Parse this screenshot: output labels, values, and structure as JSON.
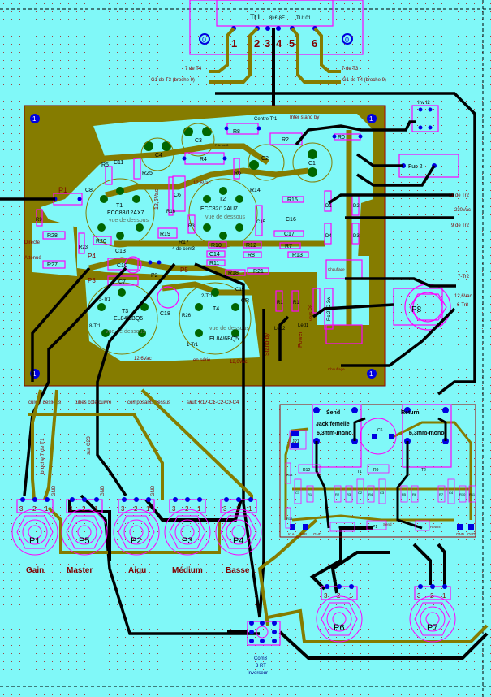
{
  "transformer": {
    "name": "Tr1",
    "ref": "8k£-8E",
    "model": "TU101",
    "pins": [
      "1",
      "2",
      "3",
      "4",
      "5",
      "6"
    ],
    "mount": "0"
  },
  "top_labels": {
    "t4_7": "7 de T4",
    "g1_t3": "G1 de T3 (broche 9)",
    "t3_7": "7 de T3",
    "g1_t4": "G1 de T4 (broche 9)"
  },
  "board": {
    "mount": "1",
    "centre": "Centre Tr1",
    "inter": "Inter stand by",
    "inv": "Inv I2",
    "fuse": "Fus 2",
    "tr2_11": "11 de Tr2",
    "v230": "230Vac",
    "tr2_9": "9 de Tr2",
    "tr2_7": "7-Tr2",
    "v126": "12,6Vac",
    "tr2_6": "6-Tr2",
    "chauffage": "Chauffage",
    "rc": "Rc 27Ω 3w",
    "vers_p8": "vers P8",
    "p8": "P8",
    "led1": "Led1",
    "led2": "Led2",
    "standby": "Stand-by",
    "power": "Power",
    "t1": "T1",
    "t1_type": "ECC83/12AX7",
    "t2": "T2",
    "t2_type": "ECC82/12AU7",
    "vue": "vue de dessous",
    "t3": "T3",
    "t3_type": "EL84/6BQ5",
    "t4": "T4",
    "t4_type": "EL84/6BQ5",
    "vac": "12,6Vac",
    "en_serie": "en série",
    "tr1_8": "8-Tr1",
    "tr1_3": "3-Tr1",
    "tr1_2": "2-Tr1",
    "tr1_1": "1-Tr1",
    "directe": "Directe",
    "attenue": "Attenué",
    "com3_4": "4 de com3",
    "com3_7": "7 de com3",
    "parts": [
      "R8",
      "R4",
      "R5",
      "C11",
      "R25",
      "R6",
      "C4",
      "C3",
      "C2",
      "C1",
      "R2",
      "R0",
      "R14",
      "R15",
      "C16",
      "C17",
      "R7",
      "R13",
      "R21",
      "C15",
      "P1",
      "C8",
      "R9",
      "R28",
      "R27",
      "R23",
      "R20",
      "C13",
      "C6",
      "R16",
      "R19",
      "R17",
      "R3",
      "R10",
      "C14",
      "R11",
      "R12",
      "R8",
      "R18",
      "C10",
      "C7",
      "P4",
      "P3",
      "P2",
      "P5",
      "C18",
      "R26",
      "C19",
      "CR",
      "D1",
      "D2",
      "D3",
      "D4",
      "R1",
      "R1"
    ]
  },
  "notes": {
    "cuivre": "cuivre dessous",
    "tubes": "tubes côté cuivre",
    "composants": "composants dessus",
    "sauf": "sauf: R17-C1-C2-C3-C4",
    "broche": "broche 7 de T1",
    "c20": "sur C20",
    "gnd": "GND"
  },
  "pots": [
    {
      "name": "P1",
      "label": "Gain"
    },
    {
      "name": "P5",
      "label": "Master"
    },
    {
      "name": "P2",
      "label": "Aigu"
    },
    {
      "name": "P3",
      "label": "Médium"
    },
    {
      "name": "P4",
      "label": "Basse"
    },
    {
      "name": "P6",
      "label": ""
    },
    {
      "name": "P7",
      "label": ""
    }
  ],
  "pin_nums": [
    "3",
    "2",
    "1"
  ],
  "fx": {
    "send": "Send",
    "return": "Return",
    "jack": "Jack femelle",
    "mono": "6,3mm-mono",
    "c6": "C6",
    "jp1": "JP1",
    "t1": "T1",
    "t2": "T2",
    "parts": [
      "R12",
      "R9",
      "R13",
      "R14",
      "C1",
      "R1",
      "R2",
      "R3",
      "C2",
      "R4",
      "C3",
      "R5",
      "R6",
      "R7",
      "C4",
      "R10",
      "R11",
      "C7",
      "P1"
    ],
    "ina": "In A",
    "inb": "In B",
    "gnd": "GND",
    "out": "OUT"
  },
  "com3": {
    "name": "Com3",
    "poles": "3 RT",
    "type": "Inverseur"
  }
}
